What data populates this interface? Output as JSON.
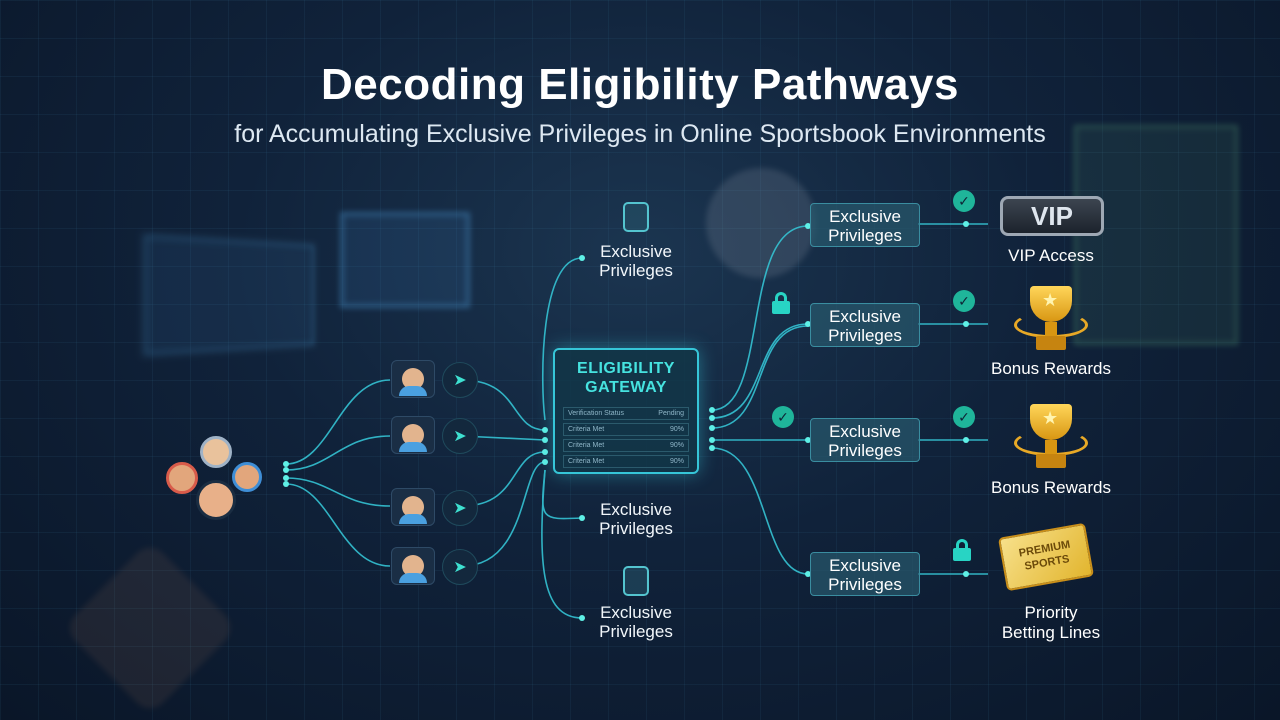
{
  "title": "Decoding Eligibility Pathways",
  "subtitle": "for Accumulating Exclusive Privileges in Online Sportsbook Environments",
  "gateway": {
    "title_line1": "ELIGIBILITY",
    "title_line2": "GATEWAY",
    "rows": [
      {
        "label": "Verification Status",
        "value": "Pending"
      },
      {
        "label": "Criteria Met",
        "value": "90%"
      },
      {
        "label": "Criteria Met",
        "value": "90%"
      },
      {
        "label": "Criteria Met",
        "value": "90%"
      }
    ]
  },
  "mid_branches": [
    {
      "line1": "Exclusive",
      "line2": "Privileges"
    },
    {
      "line1": "Exclusive",
      "line2": "Privileges"
    },
    {
      "line1": "Exclusive",
      "line2": "Privileges"
    }
  ],
  "privilege_boxes": [
    {
      "line1": "Exclusive",
      "line2": "Privileges"
    },
    {
      "line1": "Exclusive",
      "line2": "Privileges"
    },
    {
      "line1": "Exclusive",
      "line2": "Privileges"
    },
    {
      "line1": "Exclusive",
      "line2": "Privileges"
    }
  ],
  "rewards": {
    "vip_badge": "VIP",
    "vip_label": "VIP Access",
    "bonus_label_1": "Bonus Rewards",
    "bonus_label_2": "Bonus Rewards",
    "priority_line1": "Priority",
    "priority_line2": "Betting Lines",
    "ticket_line1": "PREMIUM",
    "ticket_line2": "SPORTS"
  },
  "colors": {
    "accent": "#36c6d8",
    "check": "#1fb59a",
    "gold": "#e8a926"
  }
}
